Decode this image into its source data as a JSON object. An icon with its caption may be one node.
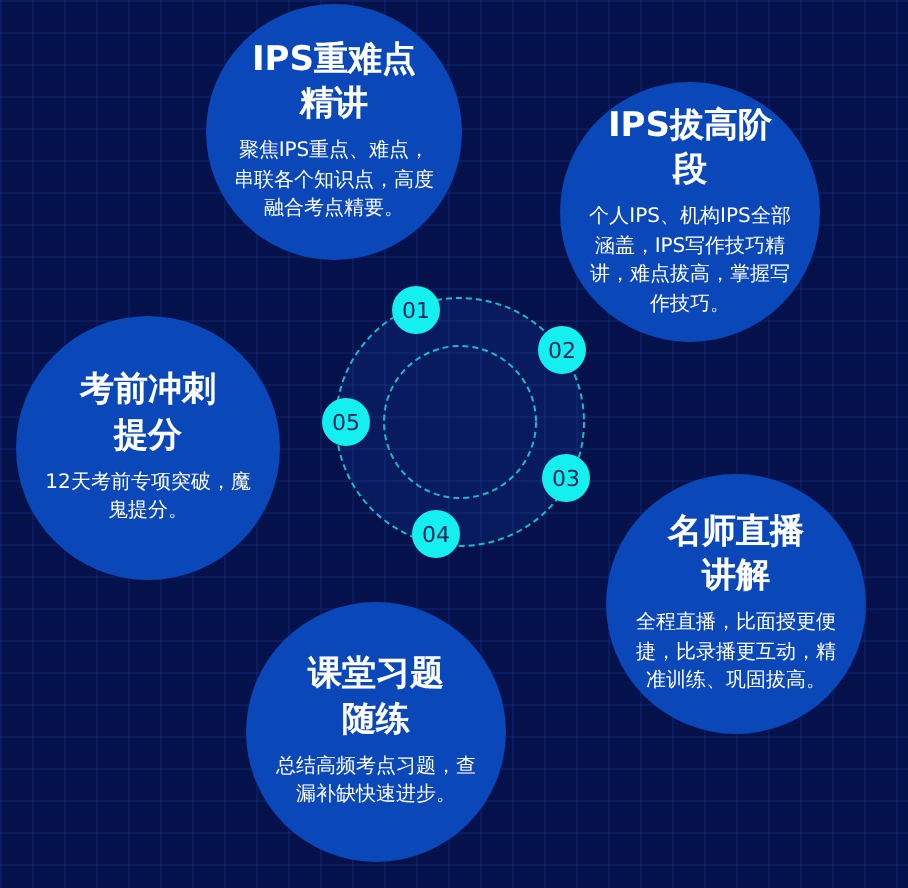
{
  "diagram": {
    "nodes": [
      {
        "text": [
          "IPS重难点精讲",
          "聚焦IPS重点、难点，串联各个知识点，高度融合考点精要。"
        ]
      },
      {
        "text": [
          "IPS拔高阶段",
          "个人IPS、机构IPS全部涵盖，IPS写作技巧精讲，难点拔高，掌握写作技巧。"
        ]
      },
      {
        "text": [
          "考前冲刺提分",
          "12天考前专项突破，魔鬼提分。"
        ]
      },
      {
        "text": [
          "名师直播讲解",
          "全程直播，比面授更便捷，比录播更互动，精准训练、巩固拔高。"
        ]
      },
      {
        "text": [
          "课堂习题随练",
          "总结高频考点习题，查漏补缺快速进步。"
        ]
      },
      {
        "text": [
          "01"
        ]
      },
      {
        "text": [
          "02"
        ]
      },
      {
        "text": [
          "05"
        ]
      },
      {
        "text": [
          "03"
        ]
      },
      {
        "text": [
          "04"
        ]
      }
    ]
  }
}
